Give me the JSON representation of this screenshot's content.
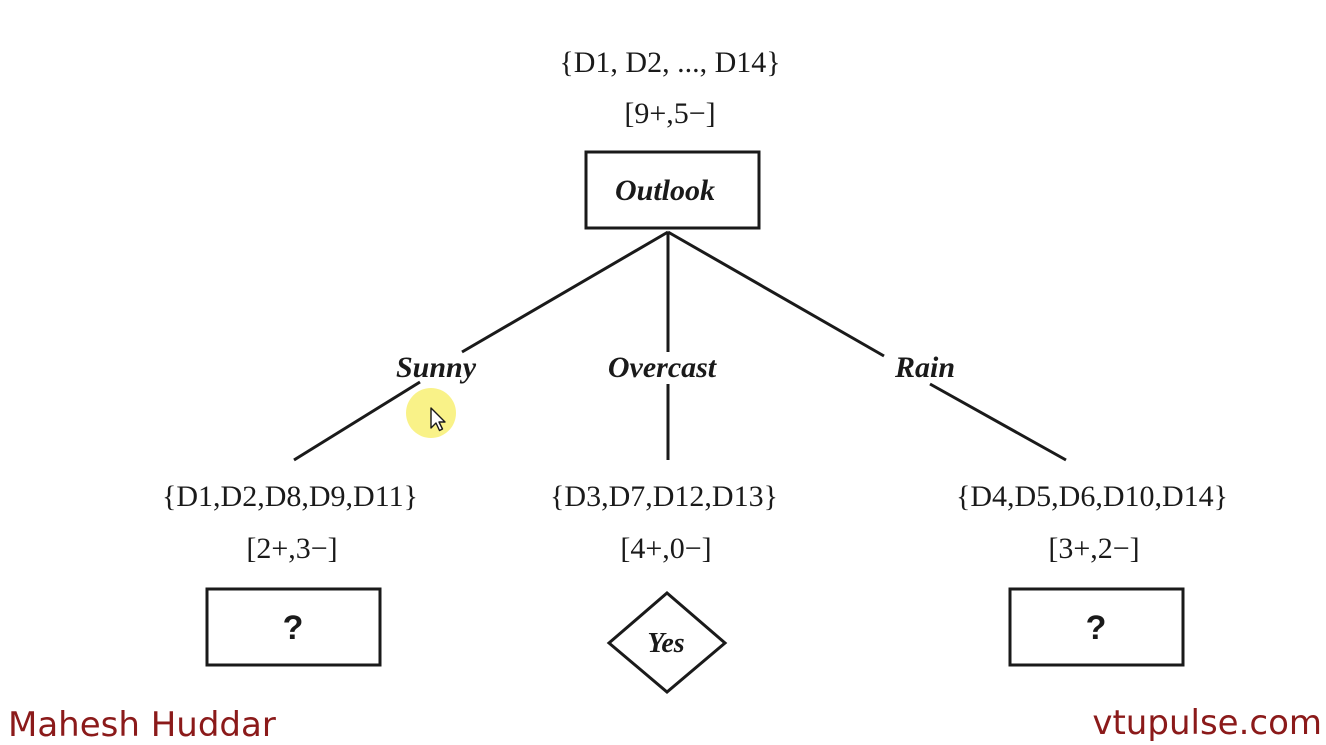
{
  "root": {
    "set": "{D1, D2, ..., D14}",
    "counts": "[9+,5−]",
    "label": "Outlook"
  },
  "branches": [
    {
      "label": "Sunny",
      "set": "{D1,D2,D8,D9,D11}",
      "counts": "[2+,3−]",
      "leaf": "?",
      "leaf_shape": "rectangle"
    },
    {
      "label": "Overcast",
      "set": "{D3,D7,D12,D13}",
      "counts": "[4+,0−]",
      "leaf": "Yes",
      "leaf_shape": "diamond"
    },
    {
      "label": "Rain",
      "set": "{D4,D5,D6,D10,D14}",
      "counts": "[3+,2−]",
      "leaf": "?",
      "leaf_shape": "rectangle"
    }
  ],
  "footer": {
    "left": "Mahesh Huddar",
    "right": "vtupulse.com"
  },
  "colors": {
    "line": "#1a1a1a",
    "footer_text": "#8b1a1a",
    "cursor_highlight": "#f7ef6a"
  },
  "icons": [
    "mouse-pointer-icon"
  ]
}
